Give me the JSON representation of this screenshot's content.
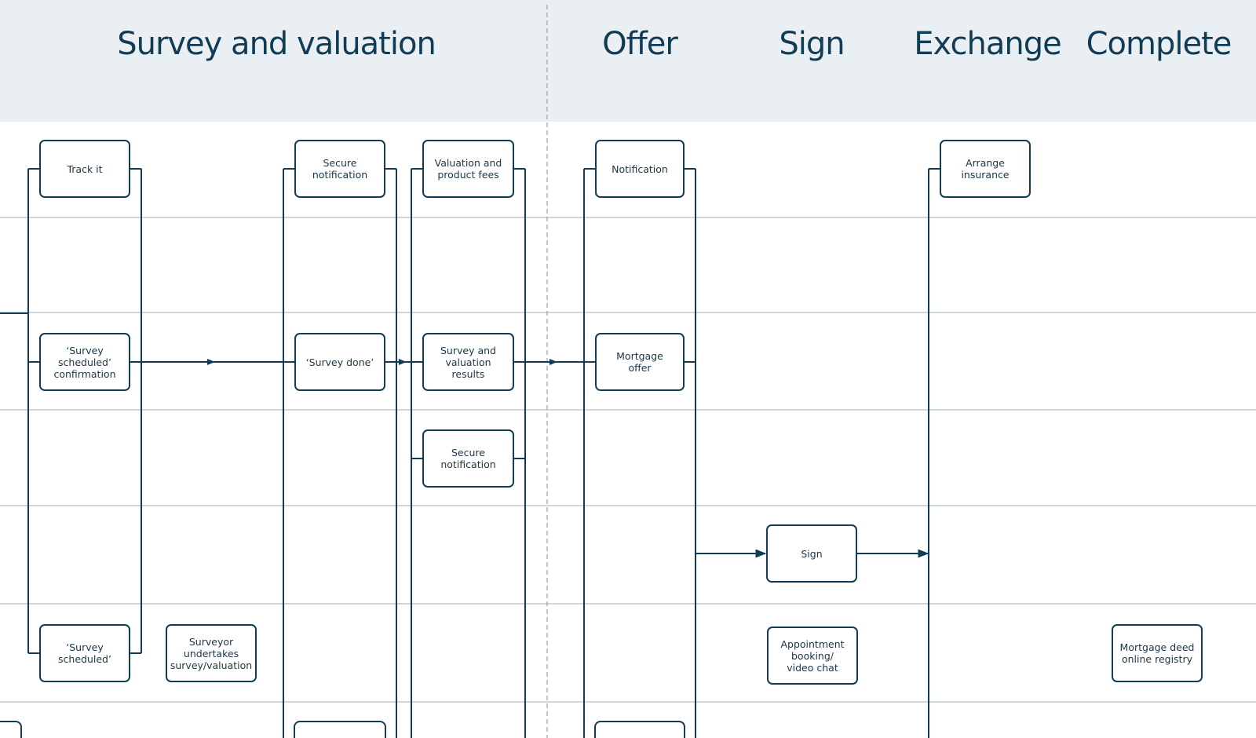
{
  "phases": {
    "survey": "Survey and valuation",
    "offer": "Offer",
    "sign": "Sign",
    "exchange": "Exchange",
    "complete": "Complete"
  },
  "nodes": {
    "track_it": "Track it",
    "secure_notification_top": "Secure\nnotification",
    "valuation_fees": "Valuation and\nproduct fees",
    "notification": "Notification",
    "arrange_insurance": "Arrange\ninsurance",
    "survey_scheduled_confirmation": "‘Survey\nscheduled’\nconfirmation",
    "survey_done": "‘Survey done’",
    "survey_valuation_results": "Survey and\nvaluation results",
    "mortgage_offer": "Mortgage\noffer",
    "secure_notification_mid": "Secure\nnotification",
    "sign": "Sign",
    "survey_scheduled": "‘Survey\nscheduled’",
    "surveyor_undertakes": "Surveyor\nundertakes\nsurvey/valuation",
    "appointment_booking": "Appointment\nbooking/\nvideo chat",
    "mortgage_deed": "Mortgage deed\nonline registry"
  },
  "colors": {
    "header_bg": "#e9eff2",
    "line": "#123c56",
    "lane_divider": "#9bb0bd",
    "phase_text": "#123c56"
  }
}
